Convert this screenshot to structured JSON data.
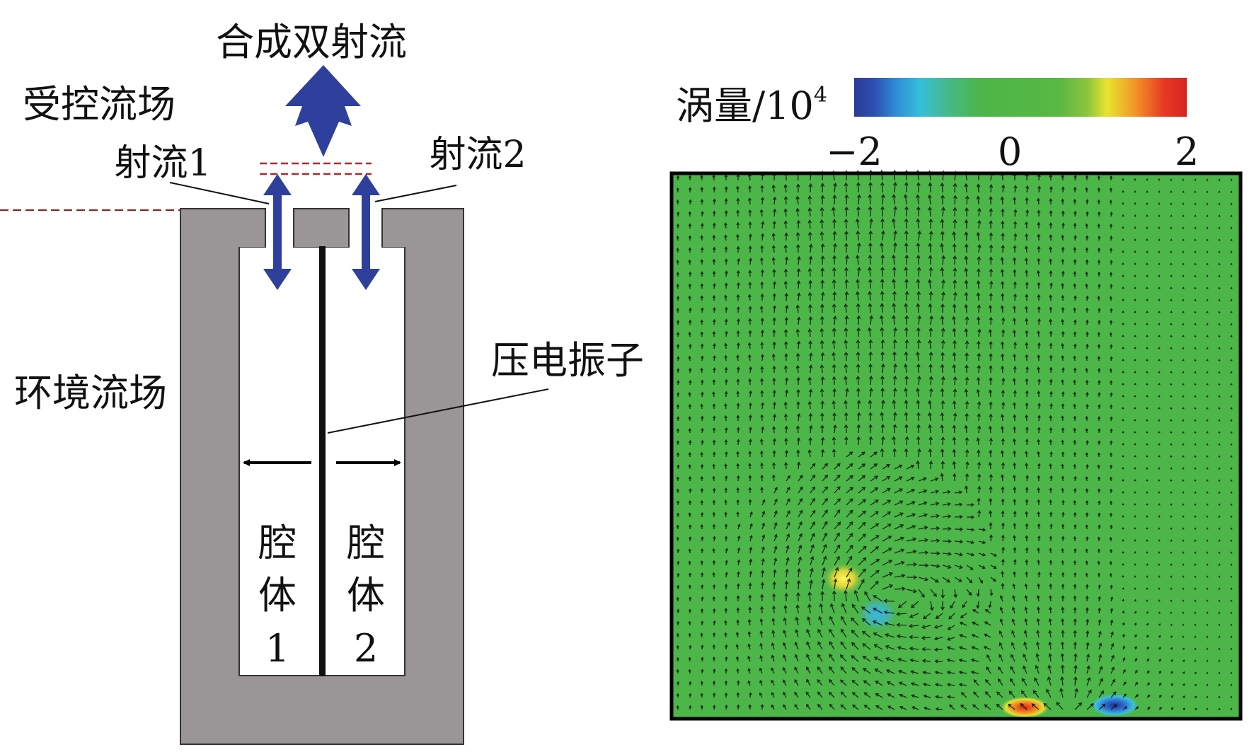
{
  "schematic": {
    "synthetic_dual_jet_label": "合成双射流",
    "controlled_flow_label": "受控流场",
    "jet1_label": "射流1",
    "jet2_label": "射流2",
    "piezo_label": "压电振子",
    "ambient_flow_label": "环境流场",
    "cavity1": {
      "line1": "腔",
      "line2": "体",
      "line3": "1"
    },
    "cavity2": {
      "line1": "腔",
      "line2": "体",
      "line3": "2"
    },
    "colors": {
      "wall": "#9a9698",
      "arrow": "#2f3f9c",
      "dash": "#8b1d1d"
    }
  },
  "vorticity_plot": {
    "colorbar_label": "涡量/10",
    "colorbar_exponent": "4",
    "colorbar_ticks": [
      "−2",
      "0",
      "2"
    ],
    "colormap": [
      "#2a3b97",
      "#2e63c8",
      "#2fb3e6",
      "#49b866",
      "#4cb648",
      "#57b841",
      "#8cc43d",
      "#e8e330",
      "#f39a27",
      "#e63a24",
      "#d8241f"
    ],
    "field_color": "#4cb648"
  }
}
